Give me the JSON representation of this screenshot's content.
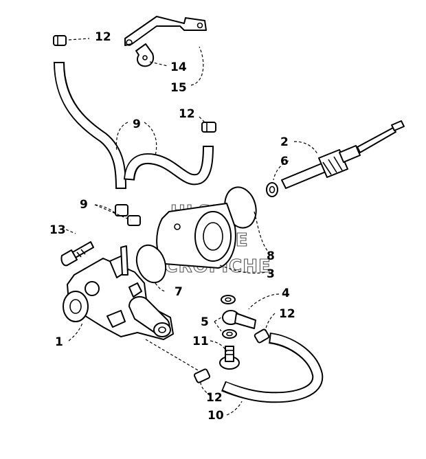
{
  "watermark": {
    "line1": "HLSM'S",
    "line2": "ONLINE",
    "line3": "MICROFICHE"
  },
  "callouts": {
    "c1": "1",
    "c2": "2",
    "c3": "3",
    "c4": "4",
    "c5": "5",
    "c6": "6",
    "c7": "7",
    "c8": "8",
    "c9a": "9",
    "c9b": "9",
    "c10": "10",
    "c11": "11",
    "c12a": "12",
    "c12b": "12",
    "c12c": "12",
    "c12d": "12",
    "c13": "13",
    "c14": "14",
    "c15": "15"
  }
}
